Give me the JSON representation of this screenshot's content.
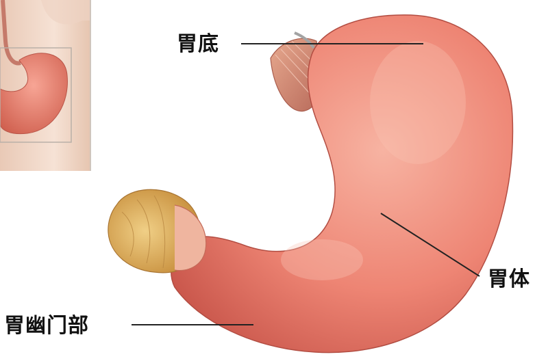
{
  "labels": {
    "fundus": "胃底",
    "body": "胃体",
    "pyloric": "胃幽门部"
  },
  "colors": {
    "stomach_fill": "#f08a7a",
    "stomach_highlight": "#f7c0b2",
    "stomach_shadow": "#c9574c",
    "pylorus_tissue": "#d9a85a",
    "skin": "#f3dccd",
    "leader_line": "#222222",
    "inset_frame": "#b9b0a8"
  }
}
